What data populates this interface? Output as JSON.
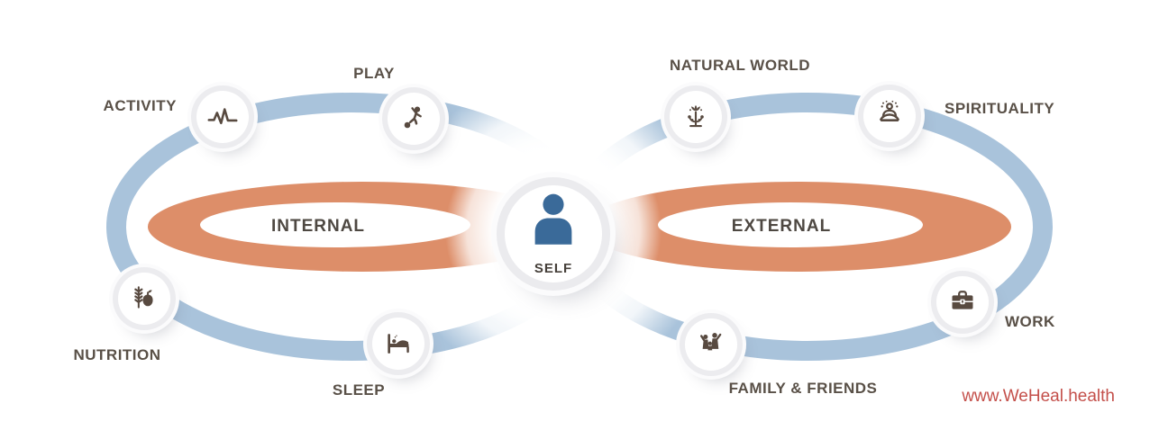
{
  "diagram": {
    "center": {
      "label": "SELF",
      "icon": "person-icon"
    },
    "loops": [
      {
        "id": "internal",
        "label": "INTERNAL",
        "side": "left",
        "nodes": {
          "activity": {
            "label": "ACTIVITY",
            "icon": "pulse-icon"
          },
          "play": {
            "label": "PLAY",
            "icon": "football-player-icon"
          },
          "nutrition": {
            "label": "NUTRITION",
            "icon": "wheat-apple-icon"
          },
          "sleep": {
            "label": "SLEEP",
            "icon": "bed-icon"
          }
        }
      },
      {
        "id": "external",
        "label": "EXTERNAL",
        "side": "right",
        "nodes": {
          "natural_world": {
            "label": "NATURAL WORLD",
            "icon": "flower-icon"
          },
          "spirituality": {
            "label": "SPIRITUALITY",
            "icon": "meditation-icon"
          },
          "family_friends": {
            "label": "FAMILY & FRIENDS",
            "icon": "family-icon"
          },
          "work": {
            "label": "WORK",
            "icon": "briefcase-icon"
          }
        }
      }
    ],
    "watermark": "www.WeHeal.health",
    "colors": {
      "loop_blue": "#A9C3DB",
      "ellipse_orange": "#DD8E69",
      "icon_brown": "#584A40",
      "self_blue": "#3A6A99",
      "label_text": "#595047",
      "center_text": "#453F39",
      "watermark_red": "#C4504B",
      "background": "#FFFFFF"
    }
  }
}
